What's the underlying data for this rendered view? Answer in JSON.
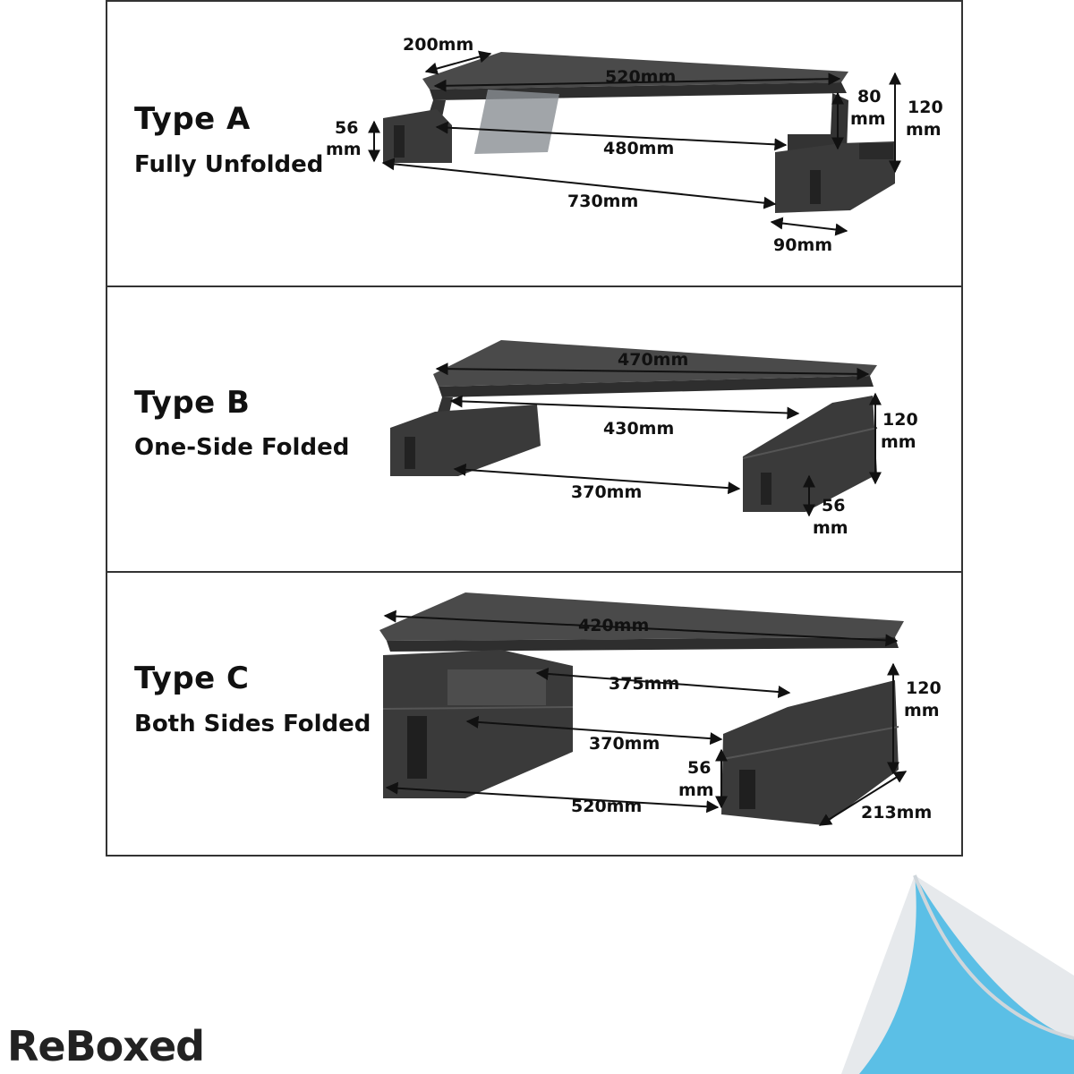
{
  "panels": {
    "a": {
      "title": "Type A",
      "subtitle": "Fully Unfolded",
      "dims": {
        "depth": "200mm",
        "width_top": "520mm",
        "height_side_1": "56",
        "height_side_2": "mm",
        "inner": "480mm",
        "total": "730mm",
        "foot": "90mm",
        "h80_1": "80",
        "h80_2": "mm",
        "h120_1": "120",
        "h120_2": "mm"
      }
    },
    "b": {
      "title": "Type B",
      "subtitle": "One-Side Folded",
      "dims": {
        "width_top": "470mm",
        "inner": "430mm",
        "base": "370mm",
        "h120_1": "120",
        "h120_2": "mm",
        "h56_1": "56",
        "h56_2": "mm"
      }
    },
    "c": {
      "title": "Type C",
      "subtitle": "Both Sides Folded",
      "dims": {
        "width_top": "420mm",
        "inner": "375mm",
        "mid": "370mm",
        "base": "520mm",
        "depth": "213mm",
        "h120_1": "120",
        "h120_2": "mm",
        "h56_1": "56",
        "h56_2": "mm"
      }
    }
  },
  "brand": {
    "name": "ReBoxed"
  },
  "colors": {
    "stand": "#3a3a3a",
    "stand_top": "#4a4a4a",
    "corner_blue": "#5bbfe6"
  }
}
